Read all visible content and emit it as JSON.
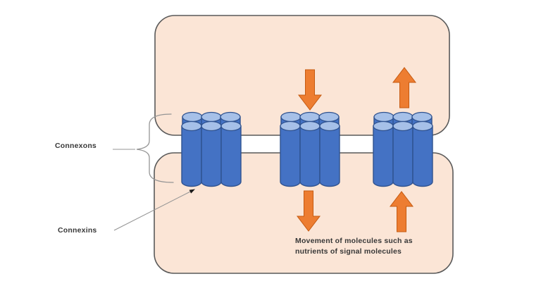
{
  "labels": {
    "connexons": "Connexons",
    "connexins": "Connexins"
  },
  "caption": {
    "line1": "Movement of molecules such as",
    "line2": "nutrients of signal molecules"
  },
  "arrows": [
    {
      "name": "arrow-down-top-cell",
      "direction": "down",
      "location": "above middle connexon, inside top cell"
    },
    {
      "name": "arrow-up-top-cell",
      "direction": "up",
      "location": "above right connexon, inside top cell"
    },
    {
      "name": "arrow-down-bottom-cell",
      "direction": "down",
      "location": "below middle connexon, inside bottom cell"
    },
    {
      "name": "arrow-up-bottom-cell",
      "direction": "up",
      "location": "below right connexon, inside bottom cell"
    }
  ],
  "colors": {
    "cell-fill": "#FBE5D6",
    "cell-border": "#595959",
    "cylinder-body": "#4472C4",
    "cylinder-top": "#A6C0E8",
    "cylinder-border": "#2F528F",
    "arrow-fill": "#ED7D31",
    "arrow-border": "#C55A11",
    "pointer-gray": "#959595",
    "text": "#383838"
  }
}
